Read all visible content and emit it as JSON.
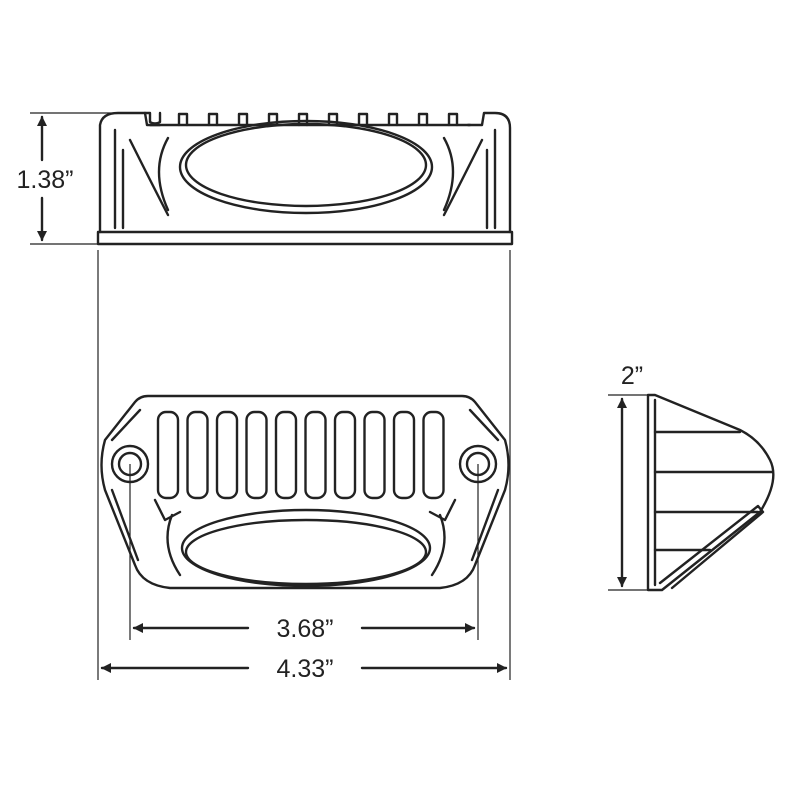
{
  "dimensions": {
    "height": "1.38”",
    "mount_spacing": "3.68”",
    "width": "4.33”",
    "depth": "2”"
  },
  "colors": {
    "line": "#222222",
    "background": "#ffffff"
  }
}
